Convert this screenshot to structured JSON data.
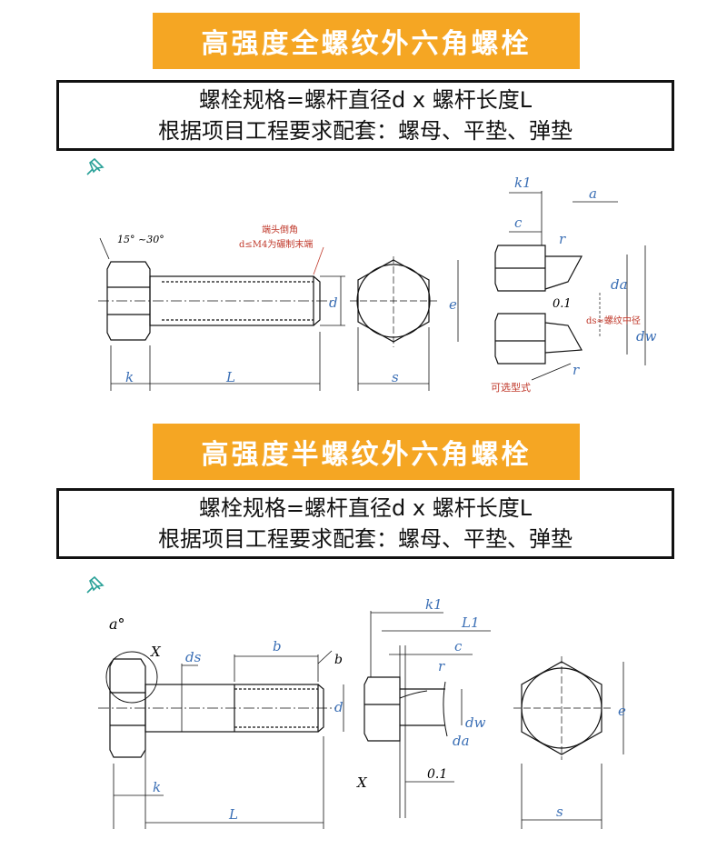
{
  "section1": {
    "title": "高强度全螺纹外六角螺栓",
    "spec_line1": "螺栓规格=螺杆直径d x 螺杆长度L",
    "spec_line2": "根据项目工程要求配套：螺母、平垫、弹垫",
    "angle": "15° ~30°",
    "chamfer_note_1": "端头倒角",
    "chamfer_note_2": "d≤M4为碾制末端",
    "label_k": "k",
    "label_L": "L",
    "label_d": "d",
    "label_e": "e",
    "label_s": "s",
    "label_k1": "k1",
    "label_a": "a",
    "label_c": "c",
    "label_r_top": "r",
    "label_da": "da",
    "label_01": "0.1",
    "label_ds": "ds≈螺纹中径",
    "label_dw": "dw",
    "label_r_bottom": "r",
    "optional_note": "可选型式"
  },
  "section2": {
    "title": "高强度半螺纹外六角螺栓",
    "spec_line1": "螺栓规格=螺杆直径d x 螺杆长度L",
    "spec_line2": "根据项目工程要求配套：螺母、平垫、弹垫",
    "label_alpha": "a°",
    "label_X_left": "X",
    "label_ds": "ds",
    "label_b": "b",
    "label_b_small": "b",
    "label_d": "d",
    "label_k": "k",
    "label_L": "L",
    "label_k1": "k1",
    "label_L1": "L1",
    "label_c": "c",
    "label_r": "r",
    "label_dw": "dw",
    "label_da": "da",
    "label_X_detail": "X",
    "label_01": "0.1",
    "label_e": "e",
    "label_s": "s"
  },
  "colors": {
    "banner": "#f5a623",
    "annotation_blue": "#3b6fb5",
    "note_red": "#c0392b",
    "pin": "#2aa198"
  }
}
